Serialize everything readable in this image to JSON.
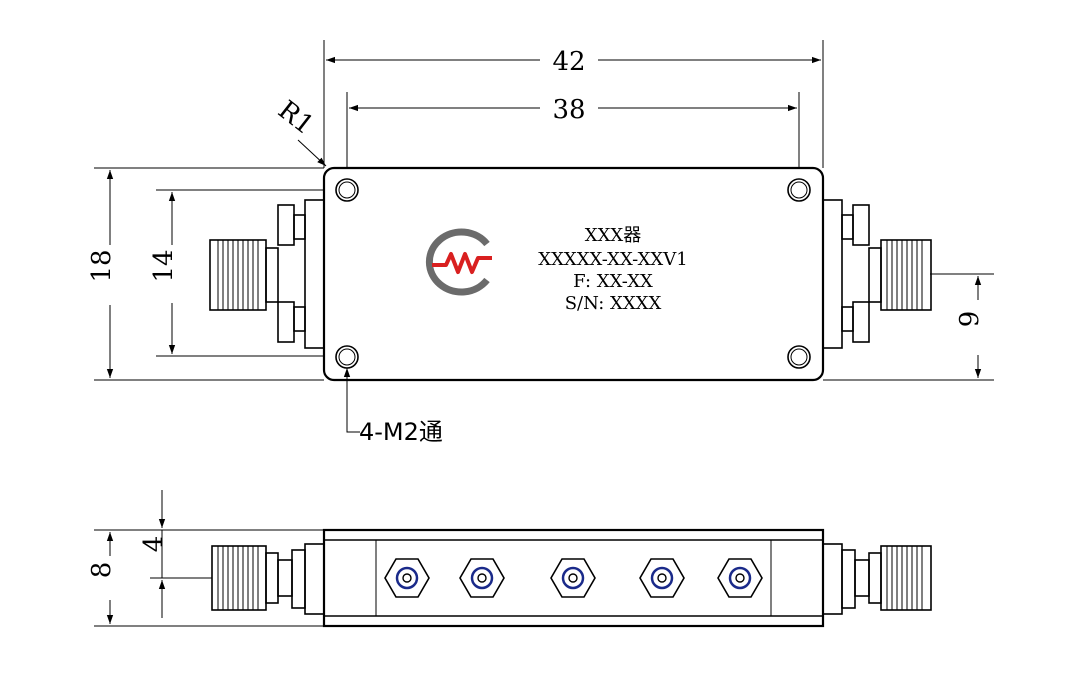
{
  "dimensions": {
    "top_width_outer": "42",
    "top_width_inner": "38",
    "height_outer": "18",
    "height_inner": "14",
    "connector_offset": "9",
    "side_height": "8",
    "side_offset": "4",
    "corner_radius": "R1",
    "hole_note": "4-M2通"
  },
  "label": {
    "line1": "XXX器",
    "line2": "XXXXX-XX-XXV1",
    "line3": "F: XX-XX",
    "line4": "S/N: XXXX"
  },
  "logo": {
    "color": "#d92020",
    "ring_color": "#6b6b6b"
  },
  "accent_colors": {
    "screw_outline": "#1a2a8a"
  }
}
